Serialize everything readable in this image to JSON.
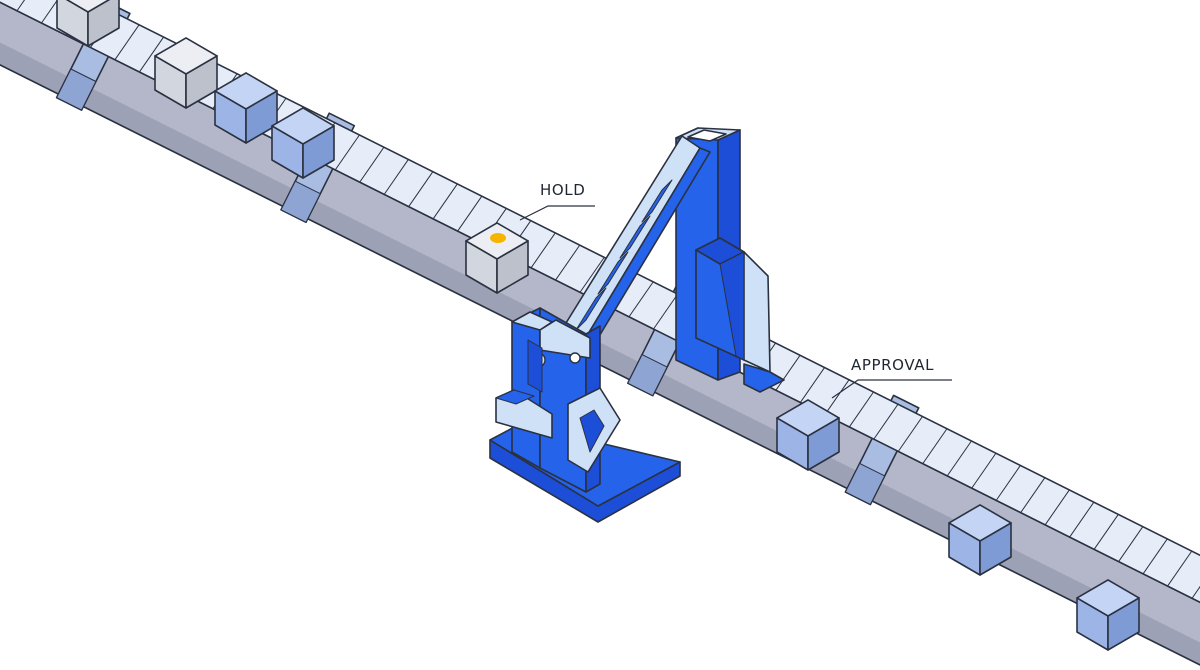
{
  "labels": {
    "hold": "HOLD",
    "approval": "APPROVAL"
  },
  "colors": {
    "outline": "#2a3140",
    "pipe_body": "#b4b7c9",
    "pipe_shadow": "#9da1b6",
    "belt_top": "#e6ecf8",
    "belt_side": "#c7d2ea",
    "collar": "#a9bce2",
    "collar_dark": "#8ea5d4",
    "box_blue_top": "#c4d4f4",
    "box_blue_left": "#9db4e6",
    "box_blue_right": "#7f9bd6",
    "box_gray_top": "#eceef3",
    "box_gray_left": "#d2d6de",
    "box_gray_right": "#bcc1cc",
    "machine_blue": "#2563eb",
    "machine_blue_dark": "#1d4ed8",
    "machine_light": "#cfe1f6",
    "held_marker": "#f5b400"
  },
  "boxes": [
    {
      "name": "gray-box-offscreen",
      "state": "pending"
    },
    {
      "name": "gray-box",
      "state": "pending"
    },
    {
      "name": "blue-box",
      "state": "queued"
    },
    {
      "name": "blue-box",
      "state": "queued"
    },
    {
      "name": "held-box",
      "state": "hold"
    },
    {
      "name": "approved-box",
      "state": "approved"
    },
    {
      "name": "approved-box",
      "state": "approved"
    },
    {
      "name": "approved-box",
      "state": "approved"
    }
  ]
}
